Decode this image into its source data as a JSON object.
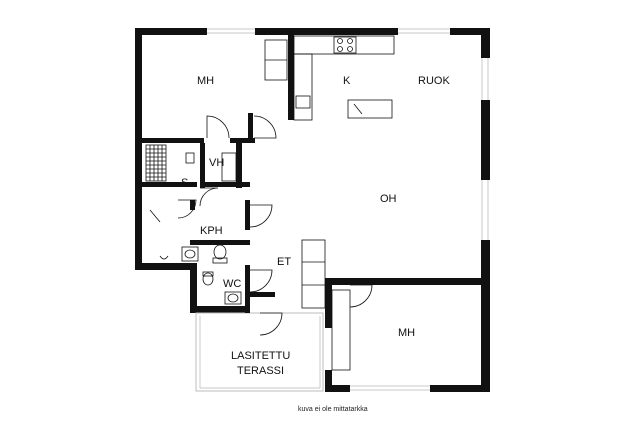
{
  "rooms": {
    "mh1": "MH",
    "k": "K",
    "ruok": "RUOK",
    "vh": "VH",
    "s": "S",
    "oh": "OH",
    "kph": "KPH",
    "et": "ET",
    "wc": "WC",
    "mh2": "MH",
    "terassi_line1": "LASITETTU",
    "terassi_line2": "TERASSI"
  },
  "footer_note": "kuva ei ole mittatarkka",
  "colors": {
    "wall": "#111111",
    "window": "#cfcfcf",
    "background": "#ffffff"
  }
}
